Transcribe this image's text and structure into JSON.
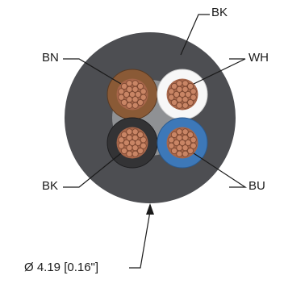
{
  "labels": {
    "jacket": "BK",
    "conductor_top_left": "BN",
    "conductor_top_right": "WH",
    "conductor_bottom_left": "BK",
    "conductor_bottom_right": "BU",
    "diameter": "Ø 4.19 [0.16\"]"
  },
  "colors": {
    "jacket": "#4d4e52",
    "filler": "#8f9194",
    "brown": "#8a5a36",
    "white": "#f7f7f7",
    "black": "#333335",
    "blue": "#3d78b8",
    "copper": "#c98565",
    "leader": "#1a1a1a"
  }
}
